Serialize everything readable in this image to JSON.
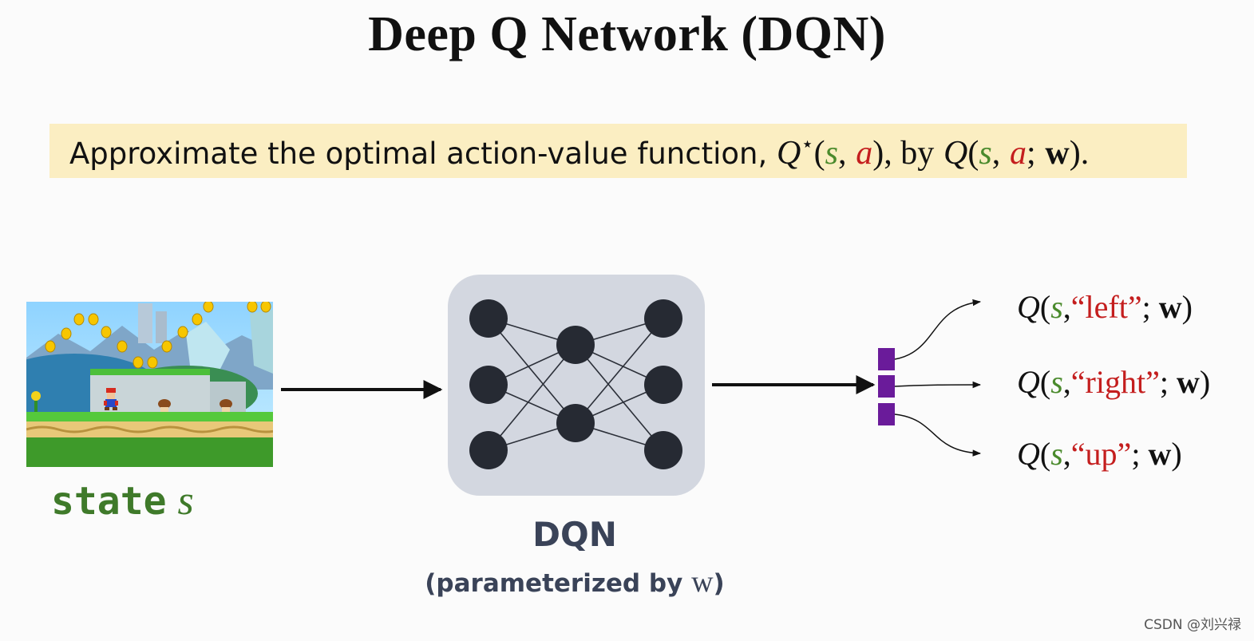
{
  "title": "Deep Q Network (DQN)",
  "banner": {
    "prefix": "Approximate the optimal action-value function,",
    "q": "Q",
    "star": "⋆",
    "open_paren": "(",
    "s": "s",
    "comma": ",",
    "a": "a",
    "close_paren_by": "), by",
    "q2": "Q",
    "open_paren2": "(",
    "s2": "s",
    "comma2": ",",
    "a2": "a",
    "semicolon": ";",
    "w": "w",
    "close_end": ")."
  },
  "input": {
    "label_word": "state",
    "label_var": "s"
  },
  "network": {
    "name": "DQN",
    "subtitle_prefix": "(parameterized by",
    "subtitle_var": "w",
    "subtitle_suffix": ")"
  },
  "outputs": [
    {
      "q": "Q",
      "open": "(",
      "s": "s",
      "sep": ",",
      "action": "“left”",
      "semi": ";",
      "w": "w",
      "close": ")"
    },
    {
      "q": "Q",
      "open": "(",
      "s": "s",
      "sep": ",",
      "action": "“right”",
      "semi": ";",
      "w": "w",
      "close": ")"
    },
    {
      "q": "Q",
      "open": "(",
      "s": "s",
      "sep": ",",
      "action": "“up”",
      "semi": ";",
      "w": "w",
      "close": ")"
    }
  ],
  "watermark": "CSDN @刘兴禄",
  "colors": {
    "state_green": "#4a8a2c",
    "action_red": "#c41e1e",
    "banner_bg": "#fbeec2",
    "network_box": "#d3d7e0",
    "node": "#262a33",
    "output_vector": "#6a1b9a"
  }
}
